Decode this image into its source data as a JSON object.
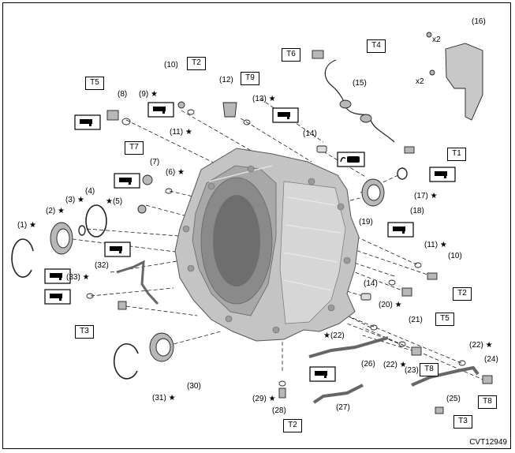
{
  "figure_code": "CVT12949",
  "torque_labels": [
    "T5",
    "T2",
    "T7",
    "T9",
    "T6",
    "T4",
    "T1",
    "T3",
    "T5",
    "T2",
    "T8",
    "T8",
    "T3",
    "T2"
  ],
  "part_labels": [
    "(1)",
    "(2)",
    "(3)",
    "(4)",
    "(5)",
    "(6)",
    "(7)",
    "(8)",
    "(9)",
    "(10)",
    "(11)",
    "(12)",
    "(13)",
    "(14)",
    "(15)",
    "(16)",
    "(17)",
    "(18)",
    "(19)",
    "(11)",
    "(10)",
    "(14)",
    "(20)",
    "(21)",
    "(22)",
    "(22)",
    "(22)",
    "(23)",
    "(24)",
    "(25)",
    "(26)",
    "(27)",
    "(28)",
    "(29)",
    "(30)",
    "(31)",
    "(32)",
    "(33)"
  ],
  "quantity_labels": [
    "x2",
    "x2"
  ],
  "colors": {
    "ink": "#000000",
    "case_fill": "#c4c4c4",
    "case_dark": "#8a8a8a",
    "case_light": "#e4e4e4",
    "part_fill": "#b8b8b8"
  },
  "icons": [
    "fluid-apply-icon",
    "sealant-apply-icon",
    "replace-star-icon"
  ]
}
